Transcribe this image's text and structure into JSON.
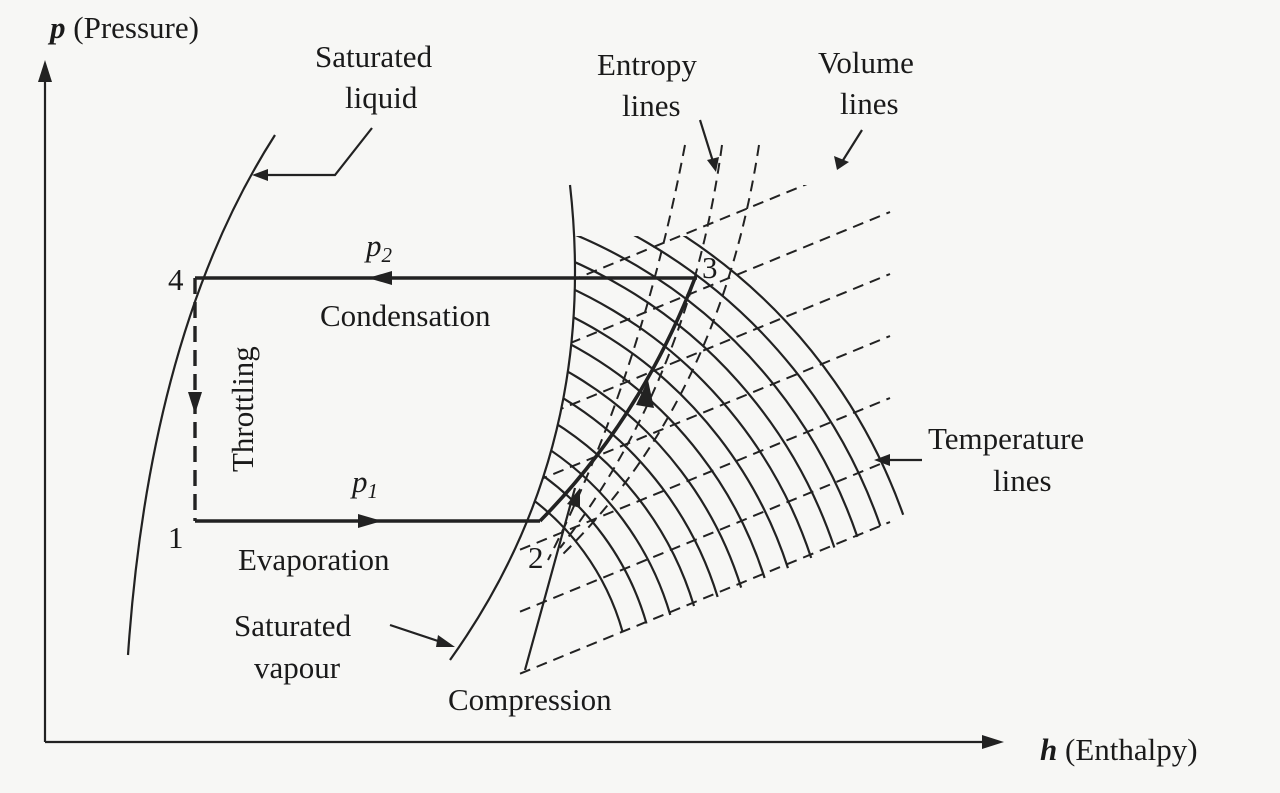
{
  "axes": {
    "y_symbol": "p",
    "y_label": "(Pressure)",
    "x_symbol": "h",
    "x_label": "(Enthalpy)"
  },
  "labels": {
    "saturated_liquid_1": "Saturated",
    "saturated_liquid_2": "liquid",
    "saturated_vapour_1": "Saturated",
    "saturated_vapour_2": "vapour",
    "entropy_1": "Entropy",
    "entropy_2": "lines",
    "volume_1": "Volume",
    "volume_2": "lines",
    "temperature_1": "Temperature",
    "temperature_2": "lines",
    "condensation": "Condensation",
    "evaporation": "Evaporation",
    "throttling": "Throttling",
    "compression": "Compression"
  },
  "pressures": {
    "p2_symbol": "p",
    "p2_sub": "2",
    "p1_symbol": "p",
    "p1_sub": "1"
  },
  "points": [
    "1",
    "2",
    "3",
    "4"
  ],
  "colors": {
    "ink": "#222222",
    "paper": "#f7f7f5"
  }
}
